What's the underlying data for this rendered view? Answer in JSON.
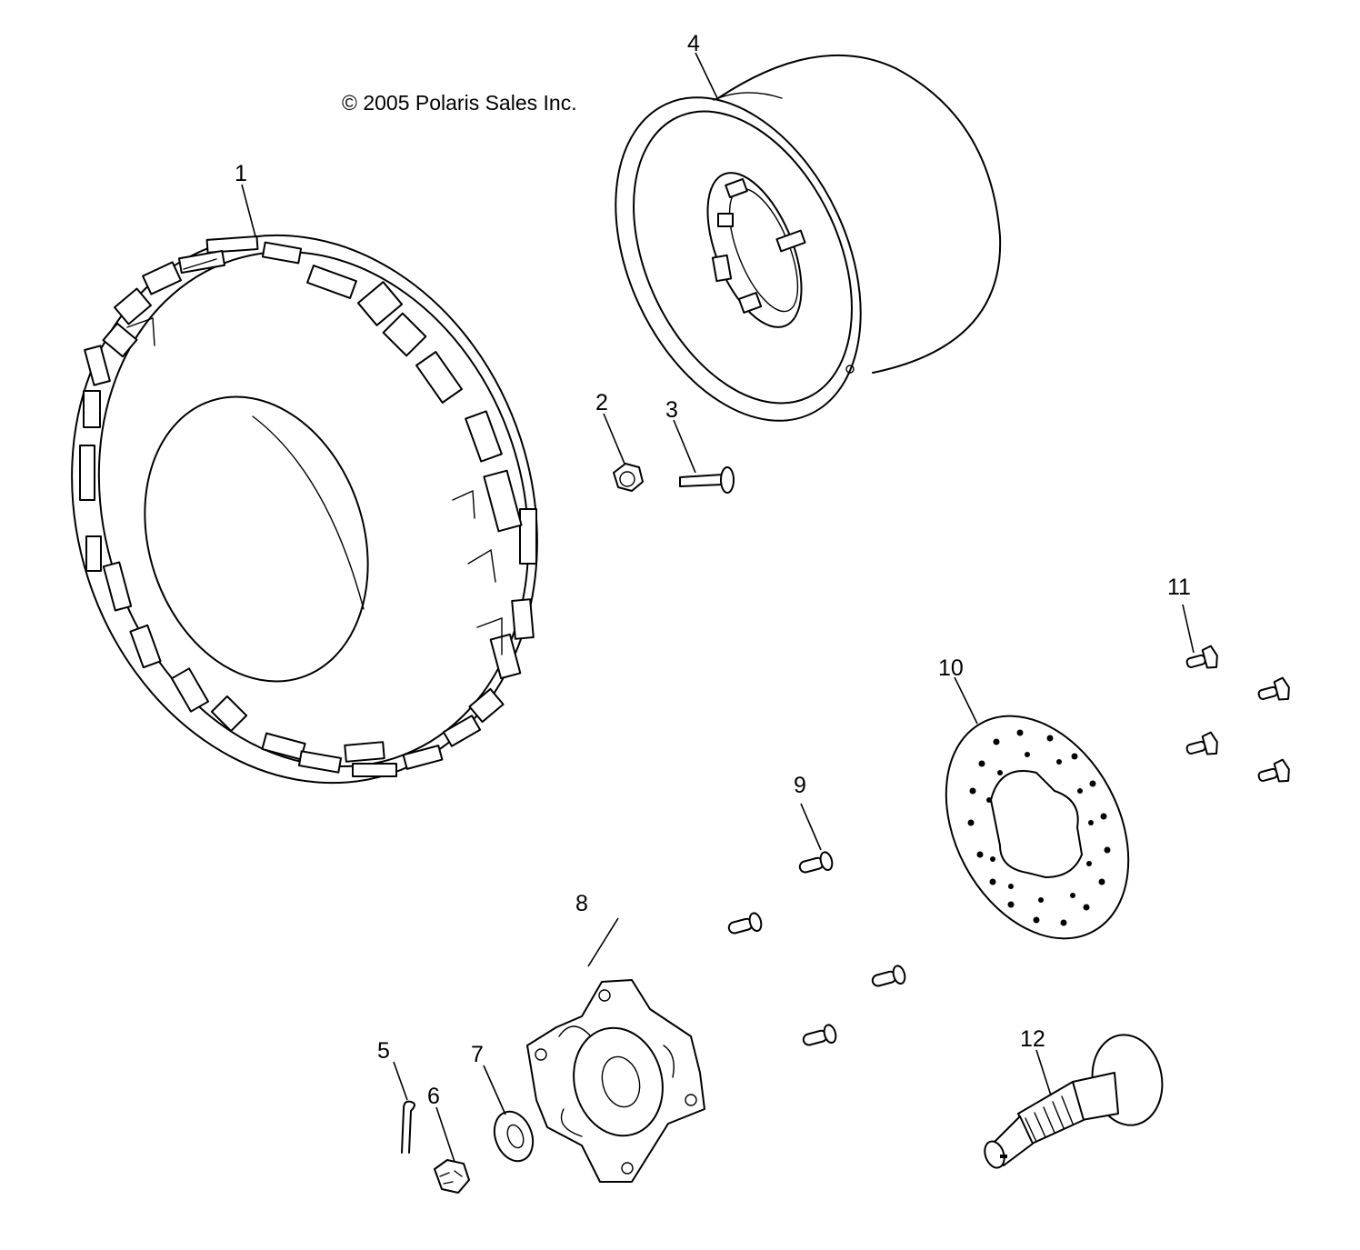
{
  "copyright": "© 2005 Polaris Sales Inc.",
  "parts": [
    {
      "number": "1",
      "part": "tire"
    },
    {
      "number": "2",
      "part": "nut"
    },
    {
      "number": "3",
      "part": "valve-stem"
    },
    {
      "number": "4",
      "part": "wheel-rim"
    },
    {
      "number": "5",
      "part": "cotter-pin"
    },
    {
      "number": "6",
      "part": "castle-nut"
    },
    {
      "number": "7",
      "part": "washer"
    },
    {
      "number": "8",
      "part": "hub"
    },
    {
      "number": "9",
      "part": "stud"
    },
    {
      "number": "10",
      "part": "brake-disc"
    },
    {
      "number": "11",
      "part": "bolt"
    },
    {
      "number": "12",
      "part": "axle-shaft"
    }
  ]
}
